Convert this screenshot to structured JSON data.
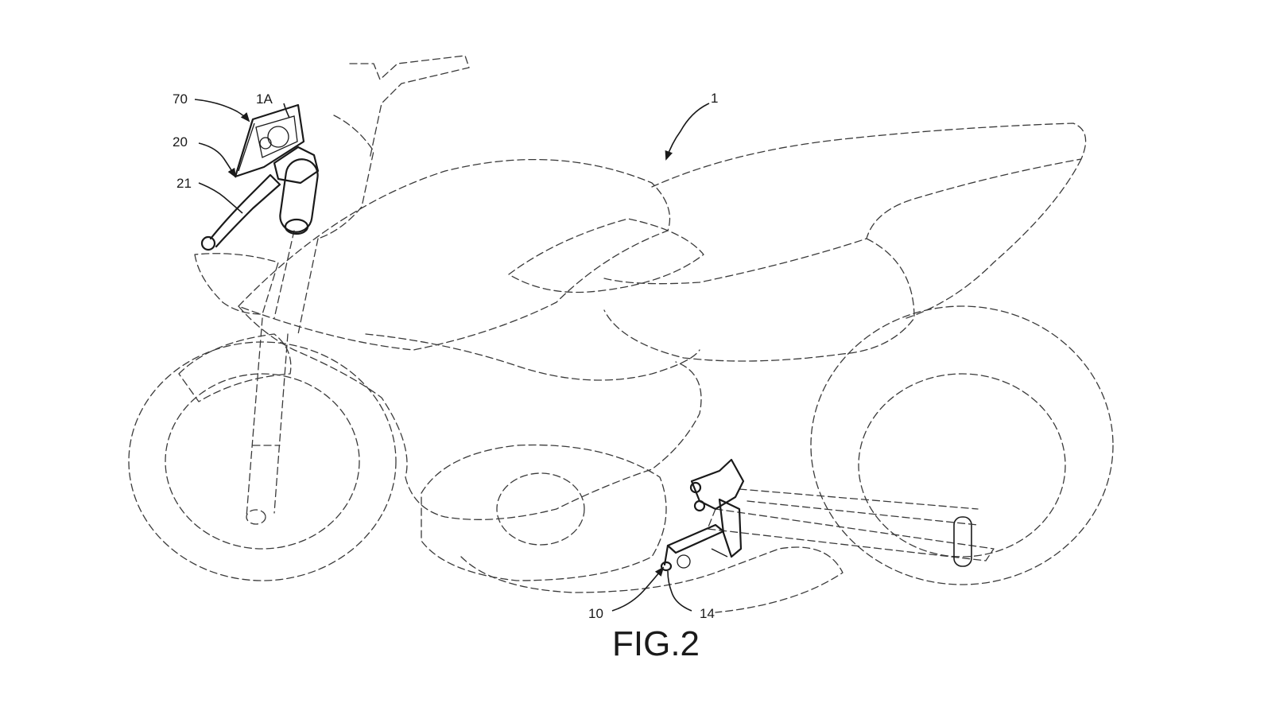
{
  "figure": {
    "title": "FIG.2"
  },
  "reference_labels": {
    "vehicle": "1",
    "meter_unit": "1A",
    "display": "70",
    "handle_switch": "20",
    "lever": "21",
    "pedal_assembly": "10",
    "pedal_arm": "14"
  }
}
